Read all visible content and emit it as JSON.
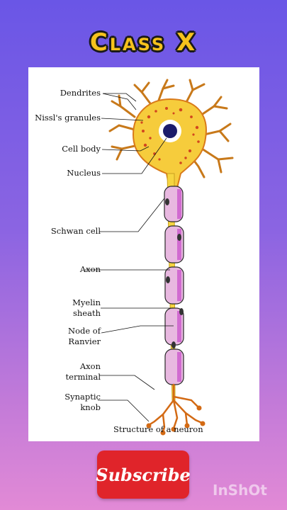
{
  "header": {
    "title": "Class X"
  },
  "diagram": {
    "labels": {
      "dendrites": "Dendrites",
      "nissl": "Nissl's granules",
      "cell_body": "Cell body",
      "nucleus": "Nucleus",
      "schwan": "Schwan cell",
      "axon": "Axon",
      "myelin_1": "Myelin",
      "myelin_2": "sheath",
      "node_1": "Node of",
      "node_2": "Ranvier",
      "terminal_1": "Axon",
      "terminal_2": "terminal",
      "synaptic_1": "Synaptic",
      "synaptic_2": "knob"
    },
    "caption": "Structure of a neuron"
  },
  "cta": {
    "subscribe_label": "Subscribe"
  },
  "watermark": "InShOt"
}
